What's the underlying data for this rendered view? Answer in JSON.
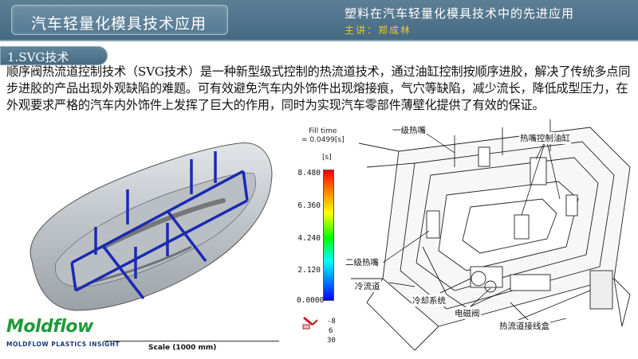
{
  "header": {
    "title": "汽车轻量化模具技术应用",
    "subtitle": "塑料在汽车轻量化模具技术中的先进应用",
    "lecturer": "主讲：郑成林"
  },
  "section": {
    "title": "1.SVG技术"
  },
  "paragraph": "顺序阀热流道控制技术（SVG技术）是一种新型级式控制的热流道技术，通过油缸控制按顺序进胶，解决了传统多点同步进胶的产品出现外观缺陷的难题。可有效避免汽车内外饰件出现熔接痕，气穴等缺陷，减少流长，降低成型压力，在外观要求严格的汽车内外饰件上发挥了巨大的作用，同时为实现汽车零部件薄壁化提供了有效的保证。",
  "simulation": {
    "fill_time_label": "Fill time",
    "fill_time_value": "= 0.0499[s]",
    "unit": "[s]",
    "ticks": [
      "8.480",
      "6.360",
      "4.240",
      "2.120",
      "0.0000"
    ],
    "triad": [
      "-8",
      "6",
      "30"
    ],
    "scale": "Scale (1000 mm)",
    "logo": "Moldflow",
    "logo_sub": "MOLDFLOW PLASTICS INSIGHT",
    "colors": {
      "bumper": "#c8cdd2",
      "runner": "#1a2bb0"
    }
  },
  "diagram": {
    "labels": {
      "primary_nozzle": "一级热嘴",
      "cylinder": "热嘴控制油缸",
      "secondary_nozzle": "二级热嘴",
      "cold_runner": "冷流道",
      "cooling": "冷却系统",
      "solenoid": "电磁阀",
      "junction_box": "热流道接线盒"
    }
  }
}
